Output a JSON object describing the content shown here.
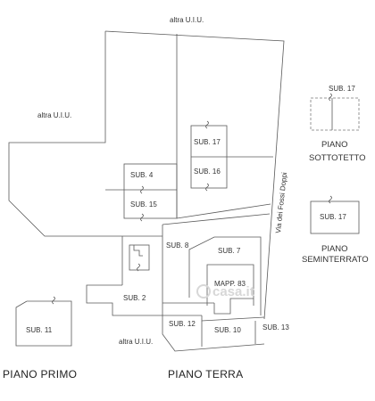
{
  "labels": {
    "altra_top": "altra U.I.U.",
    "altra_left": "altra U.I.U.",
    "altra_bottom": "altra U.I.U.",
    "sub17_a": "SUB. 17",
    "sub16": "SUB. 16",
    "sub4": "SUB. 4",
    "sub15": "SUB. 15",
    "sub8": "SUB. 8",
    "sub7": "SUB. 7",
    "mapp83": "MAPP. 83",
    "sub2": "SUB. 2",
    "sub12": "SUB. 12",
    "sub10": "SUB. 10",
    "sub13": "SUB. 13",
    "sub11": "SUB. 11",
    "street": "Via dei Fossi Doppi",
    "sub17_b": "SUB. 17",
    "sub17_c": "SUB. 17",
    "piano_sottotetto_1": "PIANO",
    "piano_sottotetto_2": "SOTTOTETTO",
    "piano_seminterrato_1": "PIANO",
    "piano_seminterrato_2": "SEMINTERRATO",
    "piano_primo": "PIANO PRIMO",
    "piano_terra": "PIANO TERRA",
    "watermark": "casa.it"
  },
  "colors": {
    "line": "#5a5a5a",
    "text": "#333333",
    "watermark": "#d7d7d7"
  }
}
